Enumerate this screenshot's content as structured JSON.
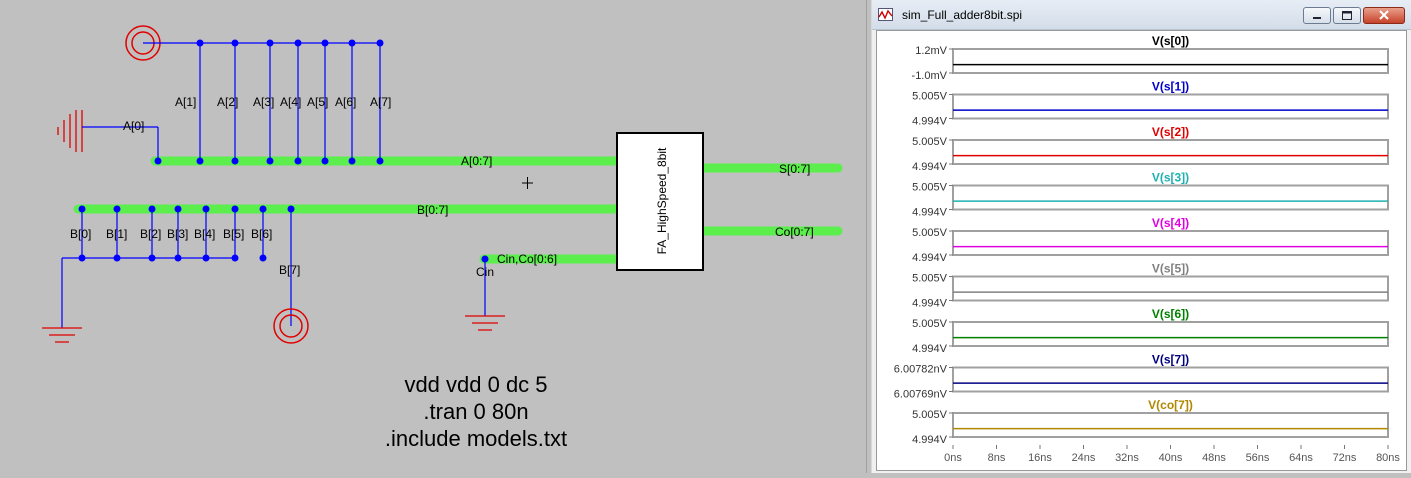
{
  "schematic": {
    "net_labels": {
      "a_bits": [
        "A[0]",
        "A[1]",
        "A[2]",
        "A[3]",
        "A[4]",
        "A[5]",
        "A[6]",
        "A[7]"
      ],
      "b_bits": [
        "B[0]",
        "B[1]",
        "B[2]",
        "B[3]",
        "B[4]",
        "B[5]",
        "B[6]",
        "B[7]"
      ],
      "a_bus": "A[0:7]",
      "b_bus": "B[0:7]",
      "cin_bus": "Cin,Co[0:6]",
      "cin": "Cin",
      "s_bus": "S[0:7]",
      "co_bus": "Co[0:7]"
    },
    "block_name": "FA_HighSpeed_8bit",
    "directives": [
      "vdd vdd 0 dc 5",
      ".tran 0 80n",
      ".include models.txt"
    ],
    "colors": {
      "wire": "#0000ff",
      "bus": "#5cee4c",
      "ground": "#e00000",
      "source": "#e00000"
    }
  },
  "waveform": {
    "title": "sim_Full_adder8bit.spi",
    "traces": [
      {
        "name": "V(s[0])",
        "color": "#000000",
        "top_label": "1.2mV",
        "bottom_label": "-1.0mV"
      },
      {
        "name": "V(s[1])",
        "color": "#0000cc",
        "top_label": "5.005V",
        "bottom_label": "4.994V"
      },
      {
        "name": "V(s[2])",
        "color": "#e00000",
        "top_label": "5.005V",
        "bottom_label": "4.994V"
      },
      {
        "name": "V(s[3])",
        "color": "#20b0b0",
        "top_label": "5.005V",
        "bottom_label": "4.994V"
      },
      {
        "name": "V(s[4])",
        "color": "#e000e0",
        "top_label": "5.005V",
        "bottom_label": "4.994V"
      },
      {
        "name": "V(s[5])",
        "color": "#808080",
        "top_label": "5.005V",
        "bottom_label": "4.994V"
      },
      {
        "name": "V(s[6])",
        "color": "#008000",
        "top_label": "5.005V",
        "bottom_label": "4.994V"
      },
      {
        "name": "V(s[7])",
        "color": "#000080",
        "top_label": "6.00782nV",
        "bottom_label": "6.00769nV"
      },
      {
        "name": "V(co[7])",
        "color": "#b08800",
        "top_label": "5.005V",
        "bottom_label": "4.994V"
      }
    ],
    "x_ticks": [
      "0ns",
      "8ns",
      "16ns",
      "24ns",
      "32ns",
      "40ns",
      "48ns",
      "56ns",
      "64ns",
      "72ns",
      "80ns"
    ]
  }
}
